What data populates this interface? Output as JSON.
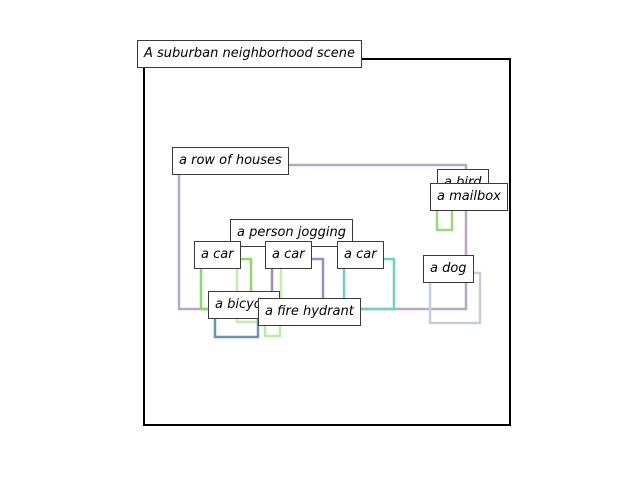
{
  "title": "A suburban neighborhood scene",
  "colors": {
    "frame": "#000000",
    "label_border": "#3a3a3a",
    "label_bg": "#ffffff"
  },
  "regions": [
    {
      "id": "houses",
      "label": "a row of houses",
      "color": "#bba7c2"
    },
    {
      "id": "bird",
      "label": "a bird",
      "color": "#9ad97a"
    },
    {
      "id": "mailbox",
      "label": "a mailbox",
      "color": "#9ad97a"
    },
    {
      "id": "jogger",
      "label": "a person jogging",
      "color": "#a8e07c"
    },
    {
      "id": "car1",
      "label": "a car",
      "color": "#8fd66f"
    },
    {
      "id": "car2",
      "label": "a car",
      "color": "#9a8ec9"
    },
    {
      "id": "car3",
      "label": "a car",
      "color": "#6fd1c6"
    },
    {
      "id": "dog",
      "label": "a dog",
      "color": "#c3cfd9"
    },
    {
      "id": "bicycle",
      "label": "a bicycle",
      "color": "#6e95a8"
    },
    {
      "id": "hydrant",
      "label": "a fire hydrant",
      "color": "#b4f0a0"
    }
  ]
}
